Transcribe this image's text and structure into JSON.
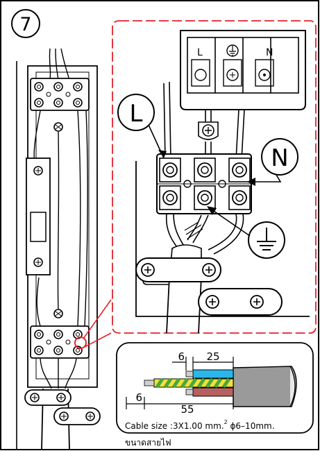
{
  "step_number": "7",
  "terminal_labels": {
    "live": "L",
    "neutral": "N",
    "small_live": "L",
    "small_neutral": "N"
  },
  "dimensions": {
    "strip_short": "6",
    "strip_mid": "25",
    "strip_short_2": "6",
    "strip_long": "55"
  },
  "cable_spec": {
    "prefix": "Cable size :3X1.00 mm.",
    "superscript": "2",
    "suffix": " ϕ6–10mm.",
    "thai_caption": "ขนาดสายไฟ"
  },
  "colors": {
    "callout_red": "#e4202a",
    "wire_blue": "#2ab6e8",
    "wire_brown": "#b76060",
    "wire_green": "#4aa83a",
    "wire_yellow": "#f2e13a",
    "cable_grey": "#9a9a9a"
  }
}
